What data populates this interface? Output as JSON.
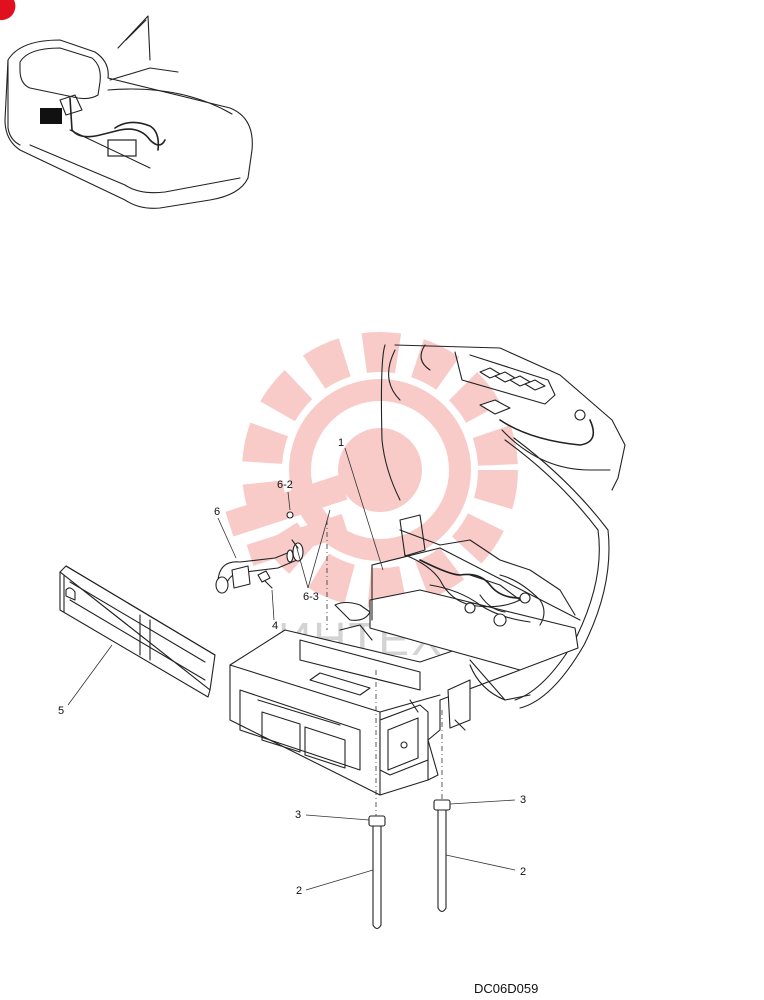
{
  "drawing_code": "DC06D059",
  "watermark": {
    "text": "ИНТЕХ",
    "color": "#e8473f",
    "icon": "gear-logo-icon"
  },
  "callouts": [
    {
      "id": "c1",
      "label": "1"
    },
    {
      "id": "c2a",
      "label": "2"
    },
    {
      "id": "c2b",
      "label": "2"
    },
    {
      "id": "c3a",
      "label": "3"
    },
    {
      "id": "c3b",
      "label": "3"
    },
    {
      "id": "c4",
      "label": "4"
    },
    {
      "id": "c5",
      "label": "5"
    },
    {
      "id": "c6",
      "label": "6"
    },
    {
      "id": "c6_2",
      "label": "6-2"
    },
    {
      "id": "c6_3",
      "label": "6-3"
    }
  ],
  "colors": {
    "line": "#222222",
    "corner_badge": "#e0101f"
  }
}
